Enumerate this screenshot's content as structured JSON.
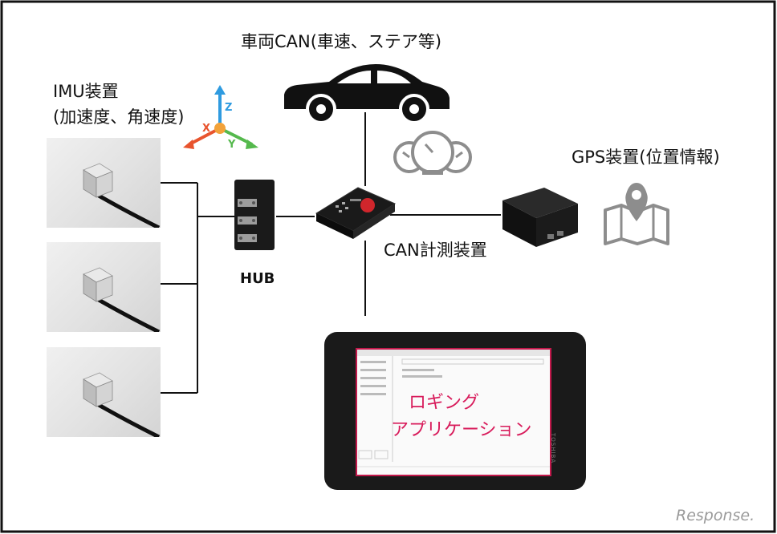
{
  "labels": {
    "vehicle_can": "車両CAN(車速、ステア等)",
    "imu_line1": "IMU装置",
    "imu_line2": "(加速度、角速度)",
    "gps": "GPS装置(位置情報)",
    "can_measure": "CAN計測装置",
    "hub": "HUB"
  },
  "logging_app": {
    "line1": "ロギング",
    "line2": "アプリケーション"
  },
  "axes": {
    "x": "X",
    "y": "Y",
    "z": "Z"
  },
  "tablet_brand": "TOSHIBA",
  "watermark": "Response.",
  "colors": {
    "axis_x": "#e8542e",
    "axis_y": "#55b94d",
    "axis_z": "#2f9be0",
    "app_text": "#d81b5b",
    "app_border": "#c2184b",
    "device": "#1a1a1a",
    "icon_gray": "#8d8d8d"
  },
  "icons": [
    "car-icon",
    "gauges-icon",
    "map-pin-icon",
    "xyz-axes-icon"
  ]
}
